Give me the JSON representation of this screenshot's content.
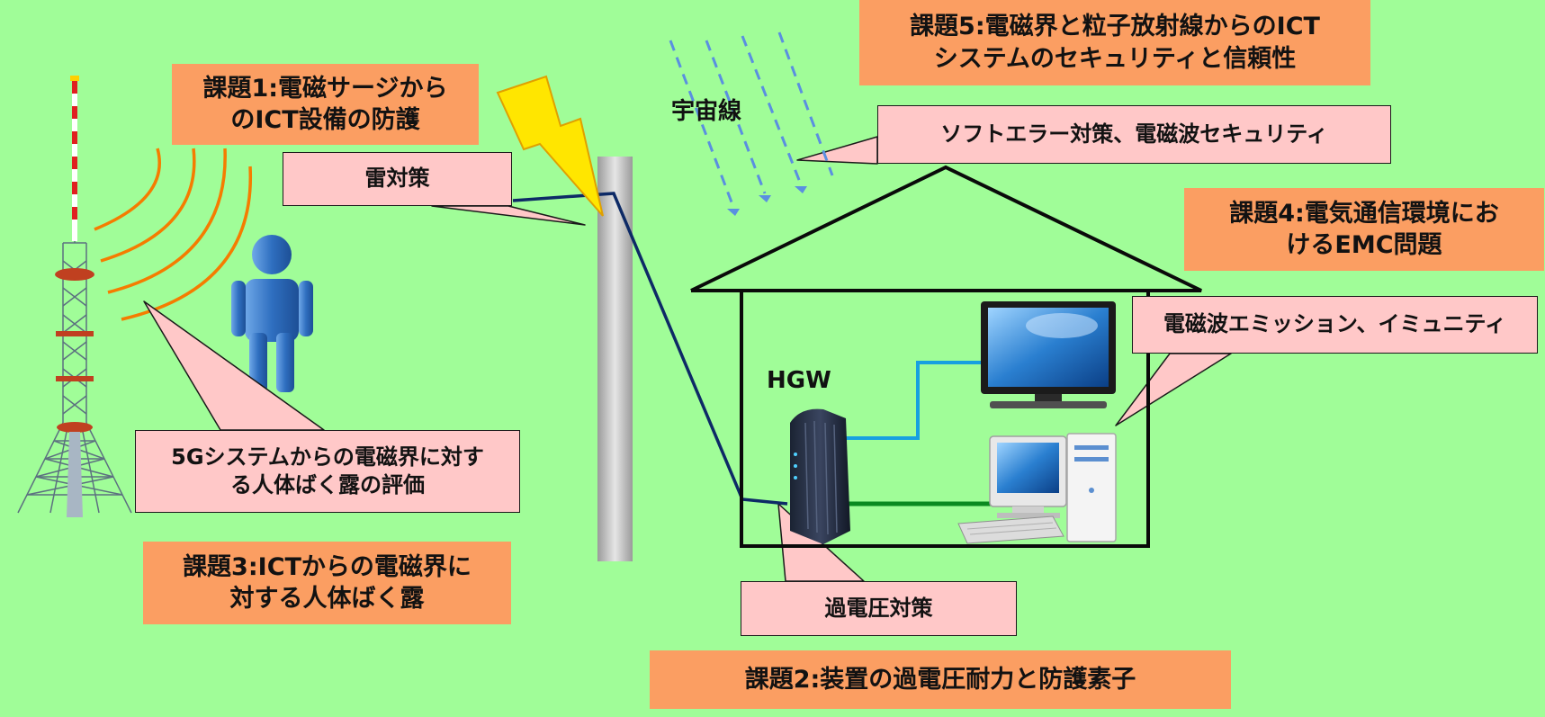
{
  "issues": {
    "issue1": "課題1:電磁サージから\nのICT設備の防護",
    "issue2": "課題2:装置の過電圧耐力と防護素子",
    "issue3": "課題3:ICTからの電磁界に\n対する人体ばく露",
    "issue4": "課題4:電気通信環境にお\nけるEMC問題",
    "issue5": "課題5:電磁界と粒子放射線からのICT\nシステムのセキュリティと信頼性"
  },
  "callouts": {
    "lightning": "雷対策",
    "overvoltage": "過電圧対策",
    "human_exposure": "5Gシステムからの電磁界に対す\nる人体ばく露の評価",
    "soft_error": "ソフトエラー対策、電磁波セキュリティ",
    "emission": "電磁波エミッション、イミュニティ"
  },
  "labels": {
    "cosmic_rays": "宇宙線",
    "hgw": "HGW"
  },
  "colors": {
    "background": "#a0fd98",
    "issue_box": "#fb9e62",
    "callout_box": "#ffc8c8",
    "wave": "#f57c00",
    "cable": "#0d2a66",
    "cosmic_ray": "#5a8fe0",
    "person": "#2f6fc0",
    "lightning": "#ffe600"
  },
  "icons": {
    "tower": "radio-tower-icon",
    "person": "person-icon",
    "lightning": "lightning-bolt-icon",
    "pole": "utility-pole-icon",
    "house": "house-icon",
    "router": "router-icon",
    "monitor": "monitor-icon",
    "computer": "desktop-computer-icon"
  }
}
